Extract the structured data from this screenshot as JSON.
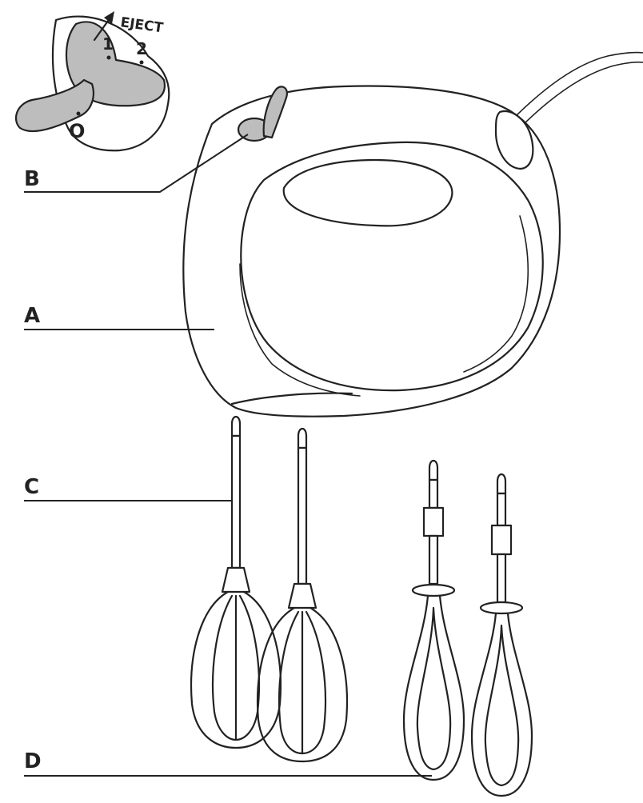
{
  "callouts": {
    "a": "A",
    "b": "B",
    "c": "C",
    "d": "D"
  },
  "switch_inset": {
    "eject": "EJECT",
    "speed_1": "1",
    "speed_2": "2",
    "off": "O"
  },
  "colors": {
    "line": "#222222",
    "fill_gray": "#bdbdbd",
    "background": "#ffffff"
  }
}
